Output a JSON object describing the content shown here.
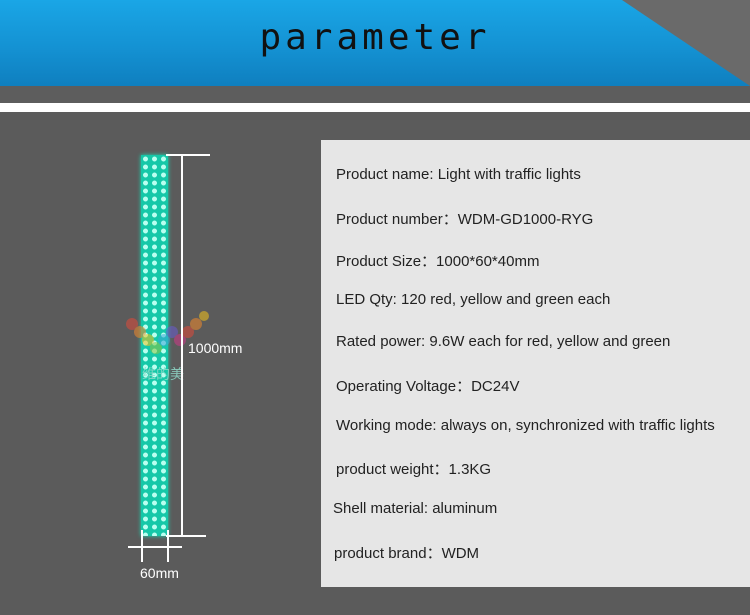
{
  "header": {
    "title": "parameter"
  },
  "dimensions": {
    "height_label": "1000mm",
    "width_label": "60mm"
  },
  "watermark": {
    "text": "维的美"
  },
  "specs": [
    "Product name: Light with traffic lights",
    "Product number：WDM-GD1000-RYG",
    "Product Size：1000*60*40mm",
    "LED Qty: 120 red, yellow and green each",
    "Rated power: 9.6W each for red, yellow and green",
    "Operating Voltage：DC24V",
    "Working mode: always on, synchronized with traffic lights",
    "product weight：1.3KG",
    "Shell material: aluminum",
    "product brand：WDM"
  ],
  "colors": {
    "banner": "#1492d3",
    "background": "#5a5a5a",
    "panel": "#e6e6e6",
    "led": "#15c8a8"
  }
}
